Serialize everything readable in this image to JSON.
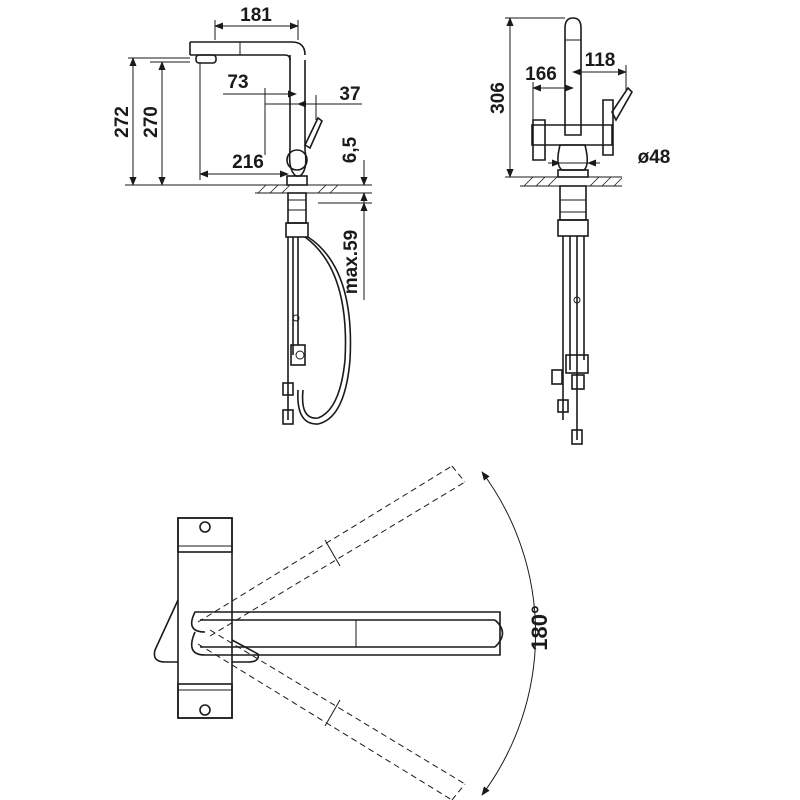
{
  "side_view": {
    "dim_reach": "181",
    "dim_total_height": "272",
    "dim_spout_height": "270",
    "dim_handle_offset": "73",
    "dim_handle_width": "37",
    "dim_spout_projection": "216",
    "dim_deck_thickness": "6,5",
    "dim_max_counter": "max.59"
  },
  "front_view": {
    "dim_height": "306",
    "dim_left": "166",
    "dim_right": "118",
    "dim_base_diameter": "ø48"
  },
  "top_view": {
    "dim_swivel_angle": "180°"
  }
}
